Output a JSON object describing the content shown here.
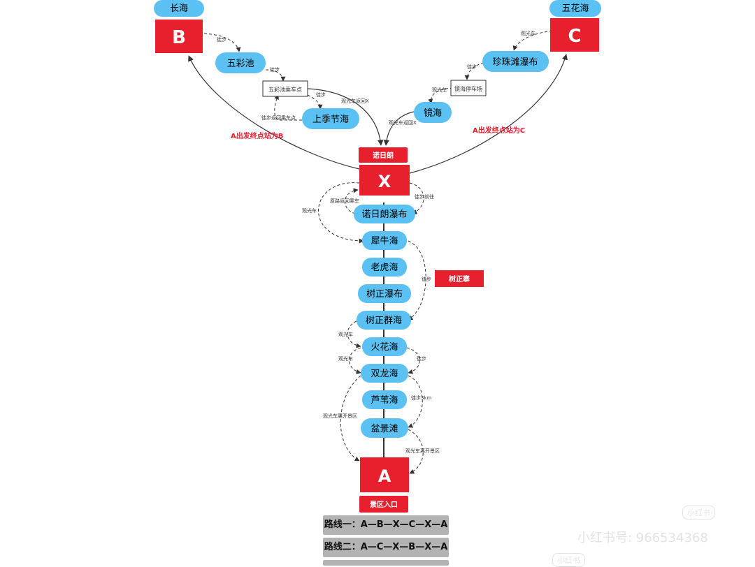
{
  "colors": {
    "bubble": "#5bc0f2",
    "red": "#e8202e",
    "line": "#333333",
    "route_bg": "#b3b3b3"
  },
  "bubbles": {
    "changhai": "长海",
    "wuhuahai": "五花海",
    "wucaichi": "五彩池",
    "zhenzhu": "珍珠滩瀑布",
    "shangjijie": "上季节海",
    "jinghai": "镜海",
    "nuorilang_pubu": "诺日朗瀑布",
    "xiniuhai": "犀牛海",
    "laohuhai": "老虎海",
    "shuzheng_pubu": "树正瀑布",
    "shuzheng_qunhai": "树正群海",
    "huohuahai": "火花海",
    "shuanglonghai": "双龙海",
    "luweihai": "芦苇海",
    "penjingtan": "盆景滩"
  },
  "red_boxes": {
    "B": "B",
    "C": "C",
    "X": "X",
    "A": "A"
  },
  "red_labels": {
    "nuorilang": "诺日朗",
    "shuzhengzhai": "树正寨",
    "entrance": "景区入口"
  },
  "small_boxes": {
    "wucaichi_stop": "五彩池乘车点",
    "jinghai_stop": "镜海停车场"
  },
  "edge_labels": {
    "e1": "徒步",
    "e2": "徒步",
    "e3": "徒步",
    "e4": "徒步返回乘车点",
    "e5": "观光车返回X",
    "e6": "观光车",
    "e7": "徒步",
    "e8": "观光车",
    "e9": "观光车返回X",
    "e10": "原路返回乘车",
    "e11": "徒步前往",
    "e12": "观光车",
    "e13": "徒步",
    "e14": "观光车",
    "e15": "观光车",
    "e16": "徒步",
    "e17": "徒步3km",
    "e18": "观光车离开景区",
    "e19": "观光车离开景区"
  },
  "annotations": {
    "to_b": "A出发终点站为B",
    "to_c": "A出发终点站为C"
  },
  "routes": [
    "路线一：A—B—X—C—X—A",
    "路线二：A—C—X—B—X—A"
  ],
  "watermarks": {
    "id_text": "小红书号: 966534368",
    "logo1": "小红书",
    "logo2": "小红书"
  }
}
